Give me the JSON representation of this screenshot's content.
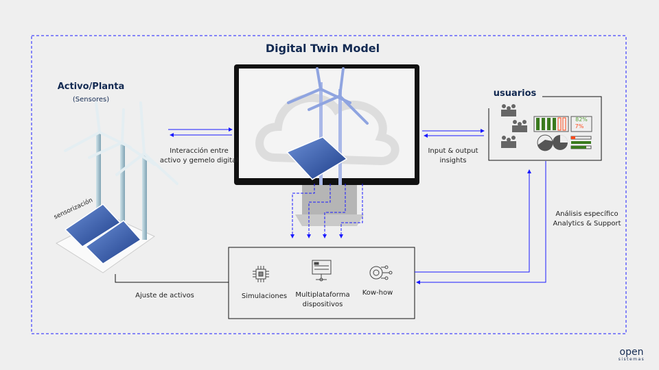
{
  "title": "Digital Twin Model",
  "asset": {
    "title": "Activo/Planta",
    "subtitle": "(Sensores)",
    "sensor_label": "sensorización"
  },
  "links": {
    "interaction": [
      "Interacción entre",
      "activo y gemelo digital"
    ],
    "io": [
      "Input & output",
      "insights"
    ],
    "analysis": [
      "Análisis específico",
      "Analytics & Support"
    ],
    "adjust": "Ajuste de activos"
  },
  "users": {
    "title": "usuarios",
    "stat_green": "82%",
    "stat_red": "7%"
  },
  "services": [
    {
      "icon": "chip-icon",
      "label": [
        "Simulaciones"
      ]
    },
    {
      "icon": "monitor-network-icon",
      "label": [
        "Multiplataforma",
        "dispositivos"
      ]
    },
    {
      "icon": "brain-gear-icon",
      "label": [
        "Kow-how"
      ]
    }
  ],
  "logo": {
    "name": "open",
    "tagline": "sistemas"
  },
  "colors": {
    "accent": "#1a1aff",
    "title": "#132a52",
    "green": "#3a7a1e",
    "red": "#ff4a1a"
  }
}
